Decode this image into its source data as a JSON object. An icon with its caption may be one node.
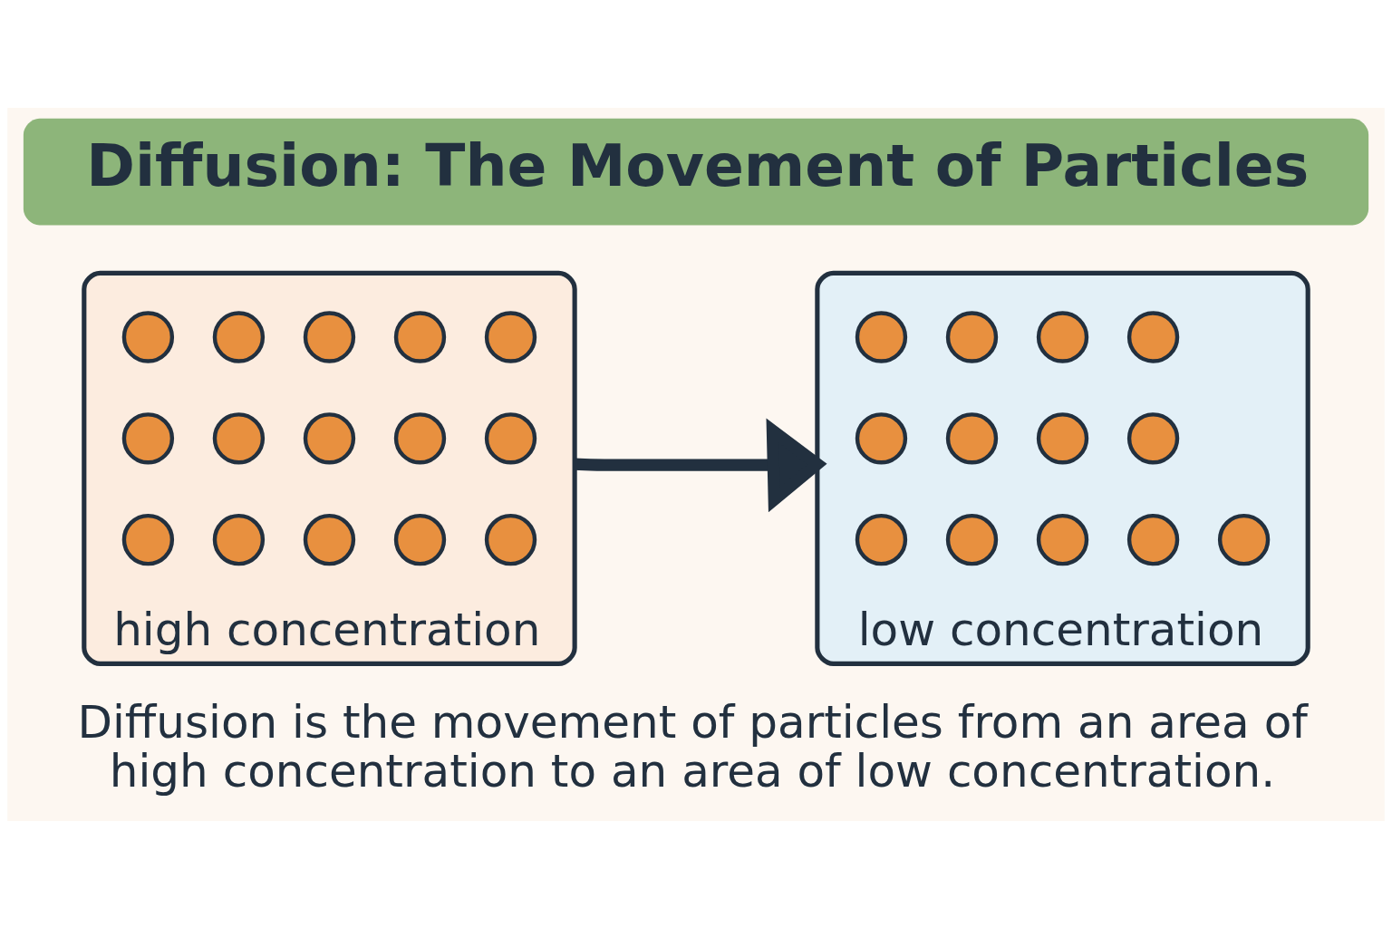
{
  "diagram": {
    "title": "Diffusion: The Movement of Particles",
    "caption": "Diffusion is the movement of particles from an area of high concentration to an area of low concentration.",
    "nodes": [
      {
        "text": [
          "high concentration"
        ]
      },
      {
        "text": [],
        "shape": "circle",
        "in": 0
      },
      {
        "text": [],
        "shape": "circle",
        "in": 0
      },
      {
        "text": [],
        "shape": "circle",
        "in": 0
      },
      {
        "text": [],
        "shape": "circle",
        "in": 0
      },
      {
        "text": [],
        "shape": "circle",
        "in": 0
      },
      {
        "text": [],
        "shape": "circle",
        "in": 0
      },
      {
        "text": [],
        "shape": "circle",
        "in": 0
      },
      {
        "text": [],
        "shape": "circle",
        "in": 0
      },
      {
        "text": [],
        "shape": "circle",
        "in": 0
      },
      {
        "text": [],
        "shape": "circle",
        "in": 0
      },
      {
        "text": [],
        "shape": "circle",
        "in": 0
      },
      {
        "text": [],
        "shape": "circle",
        "in": 0
      },
      {
        "text": [],
        "shape": "circle",
        "in": 0
      },
      {
        "text": [],
        "shape": "circle",
        "in": 0
      },
      {
        "text": [],
        "shape": "circle",
        "in": 0
      },
      {
        "text": [
          "low concentration"
        ]
      },
      {
        "text": [],
        "shape": "circle",
        "in": 16
      },
      {
        "text": [],
        "shape": "circle",
        "in": 16
      },
      {
        "text": [],
        "shape": "circle",
        "in": 16
      },
      {
        "text": [],
        "shape": "circle",
        "in": 16
      },
      {
        "text": [],
        "shape": "circle",
        "in": 16
      },
      {
        "text": [],
        "shape": "circle",
        "in": 16
      },
      {
        "text": [],
        "shape": "circle",
        "in": 16
      },
      {
        "text": [],
        "shape": "circle",
        "in": 16
      },
      {
        "text": [],
        "shape": "circle",
        "in": 16
      },
      {
        "text": [],
        "shape": "circle",
        "in": 16
      },
      {
        "text": [],
        "shape": "circle",
        "in": 16
      },
      {
        "text": [],
        "shape": "circle",
        "in": 16
      },
      {
        "text": [],
        "shape": "circle",
        "in": 16
      }
    ],
    "edges": [
      {
        "from": 0,
        "to": 16,
        "arrow": "to"
      }
    ]
  }
}
